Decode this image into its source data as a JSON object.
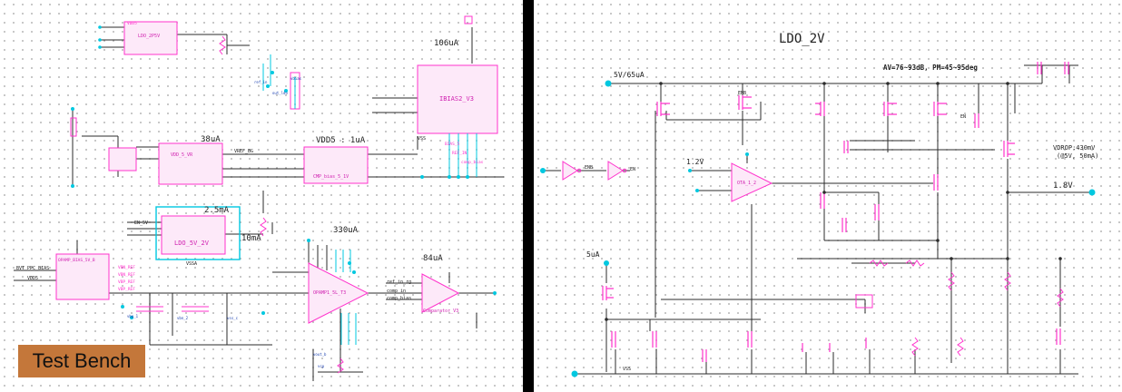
{
  "colors": {
    "wire": "#2b2b2b",
    "block": "#ff33cc",
    "blockFill": "#fbe6f8",
    "pin": "#00c8e0",
    "label": "#222222",
    "testBench": "#c4773a"
  },
  "left": {
    "test_bench": "Test Bench",
    "currents": {
      "c_106": "106uA",
      "c_38": "38uA",
      "c_vdd5": "VDD5 : 1uA",
      "c_25": "2.5mA",
      "c_10": "10mA",
      "c_330": "330uA",
      "c_84": "84uA"
    },
    "blocks": {
      "ldo_2p5": "LDO_2P5V",
      "ibias": "IBIAS2_V3",
      "vdd_cell": "VDD_5_VR",
      "ldo_box": "LDO_5V_2V",
      "cmp_bias": "CMP_bias_5_1V",
      "opamp_bias": "OPAMP_BIAS_5V_B",
      "opamp": "OPAMP1_5L_T3",
      "comparator": "Comparator_V3"
    },
    "nets": {
      "bvt": "BVT_PPC_BIAS",
      "vdd5": "VDD5",
      "vss": "VSS",
      "vssa": "VSSA",
      "vref": "VREF_BG",
      "en": "EN_5V",
      "comp_in": "comp_in",
      "comp_bias": "comp_bias",
      "ref_in": "ref_in_rg"
    }
  },
  "right": {
    "title": "LDO_2V",
    "spec": "AV=76~93dB, PM=45~95deg",
    "supply": "5V/65uA",
    "v12": "1.2V",
    "i5": "5uA",
    "vout": "1.8V",
    "vdrop_line1": "VDROP:430mV",
    "vdrop_line2": "(@5V, 50mA)",
    "opamp_label": "OTA_1_2",
    "vss": "VSS",
    "en_labels": [
      "ENB",
      "EN",
      "ENB",
      "EN"
    ]
  }
}
